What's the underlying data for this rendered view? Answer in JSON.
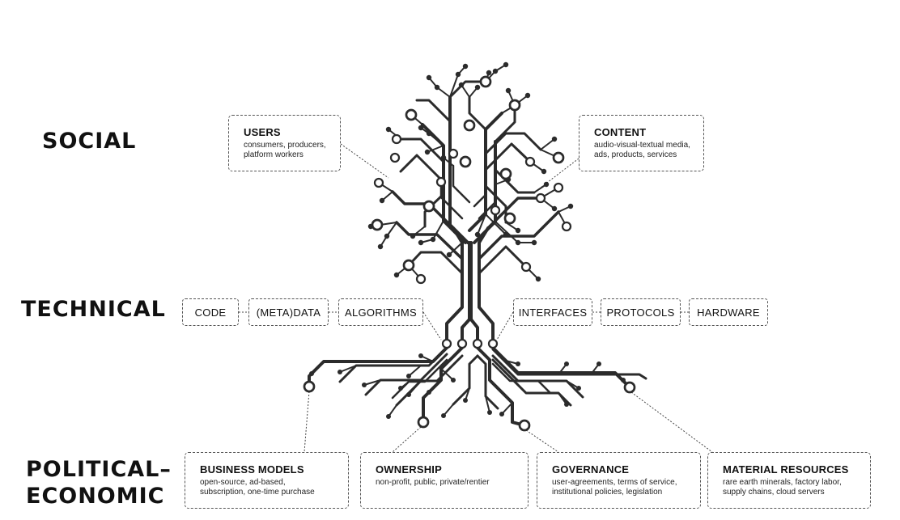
{
  "layers": {
    "social": "SOCIAL",
    "technical": "TECHNICAL",
    "political_line1": "POLITICAL–",
    "political_line2": "ECONOMIC"
  },
  "social": {
    "users": {
      "title": "USERS",
      "desc": "consumers, producers, platform workers"
    },
    "content": {
      "title": "CONTENT",
      "desc": "audio-visual-textual media, ads, products, services"
    }
  },
  "technical": {
    "left": [
      "CODE",
      "(META)DATA",
      "ALGORITHMS"
    ],
    "right": [
      "INTERFACES",
      "PROTOCOLS",
      "HARDWARE"
    ]
  },
  "political": {
    "business": {
      "title": "BUSINESS MODELS",
      "desc": "open-source, ad-based, subscription, one-time purchase"
    },
    "ownership": {
      "title": "OWNERSHIP",
      "desc": "non-profit, public, private/rentier"
    },
    "governance": {
      "title": "GOVERNANCE",
      "desc": "user-agreements, terms of service, institutional policies, legislation"
    },
    "resources": {
      "title": "MATERIAL RESOURCES",
      "desc": "rare earth minerals, factory labor, supply chains, cloud servers"
    }
  },
  "colors": {
    "ink": "#2b2b2b",
    "border": "#555555"
  }
}
